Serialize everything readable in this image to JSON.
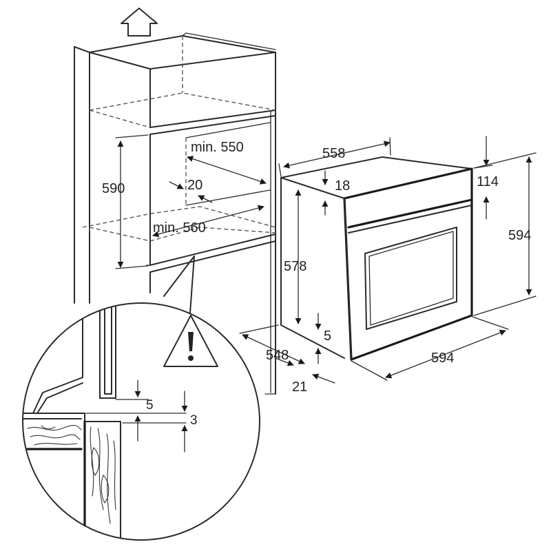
{
  "dimensions": {
    "cabinet_height": "590",
    "niche_depth_min": "min. 550",
    "gap": "20",
    "niche_width_min": "min. 560",
    "oven_width_top": "558",
    "panel_offset": "18",
    "body_height": "578",
    "base_gap": "5",
    "panel_height": "114",
    "oven_height": "594",
    "oven_width": "594",
    "body_depth": "548",
    "front_thickness": "21"
  },
  "detail": {
    "gap_upper": "5",
    "gap_lower": "3"
  },
  "icons": {
    "up_arrow": "up-arrow-icon",
    "warning": "warning-icon"
  }
}
